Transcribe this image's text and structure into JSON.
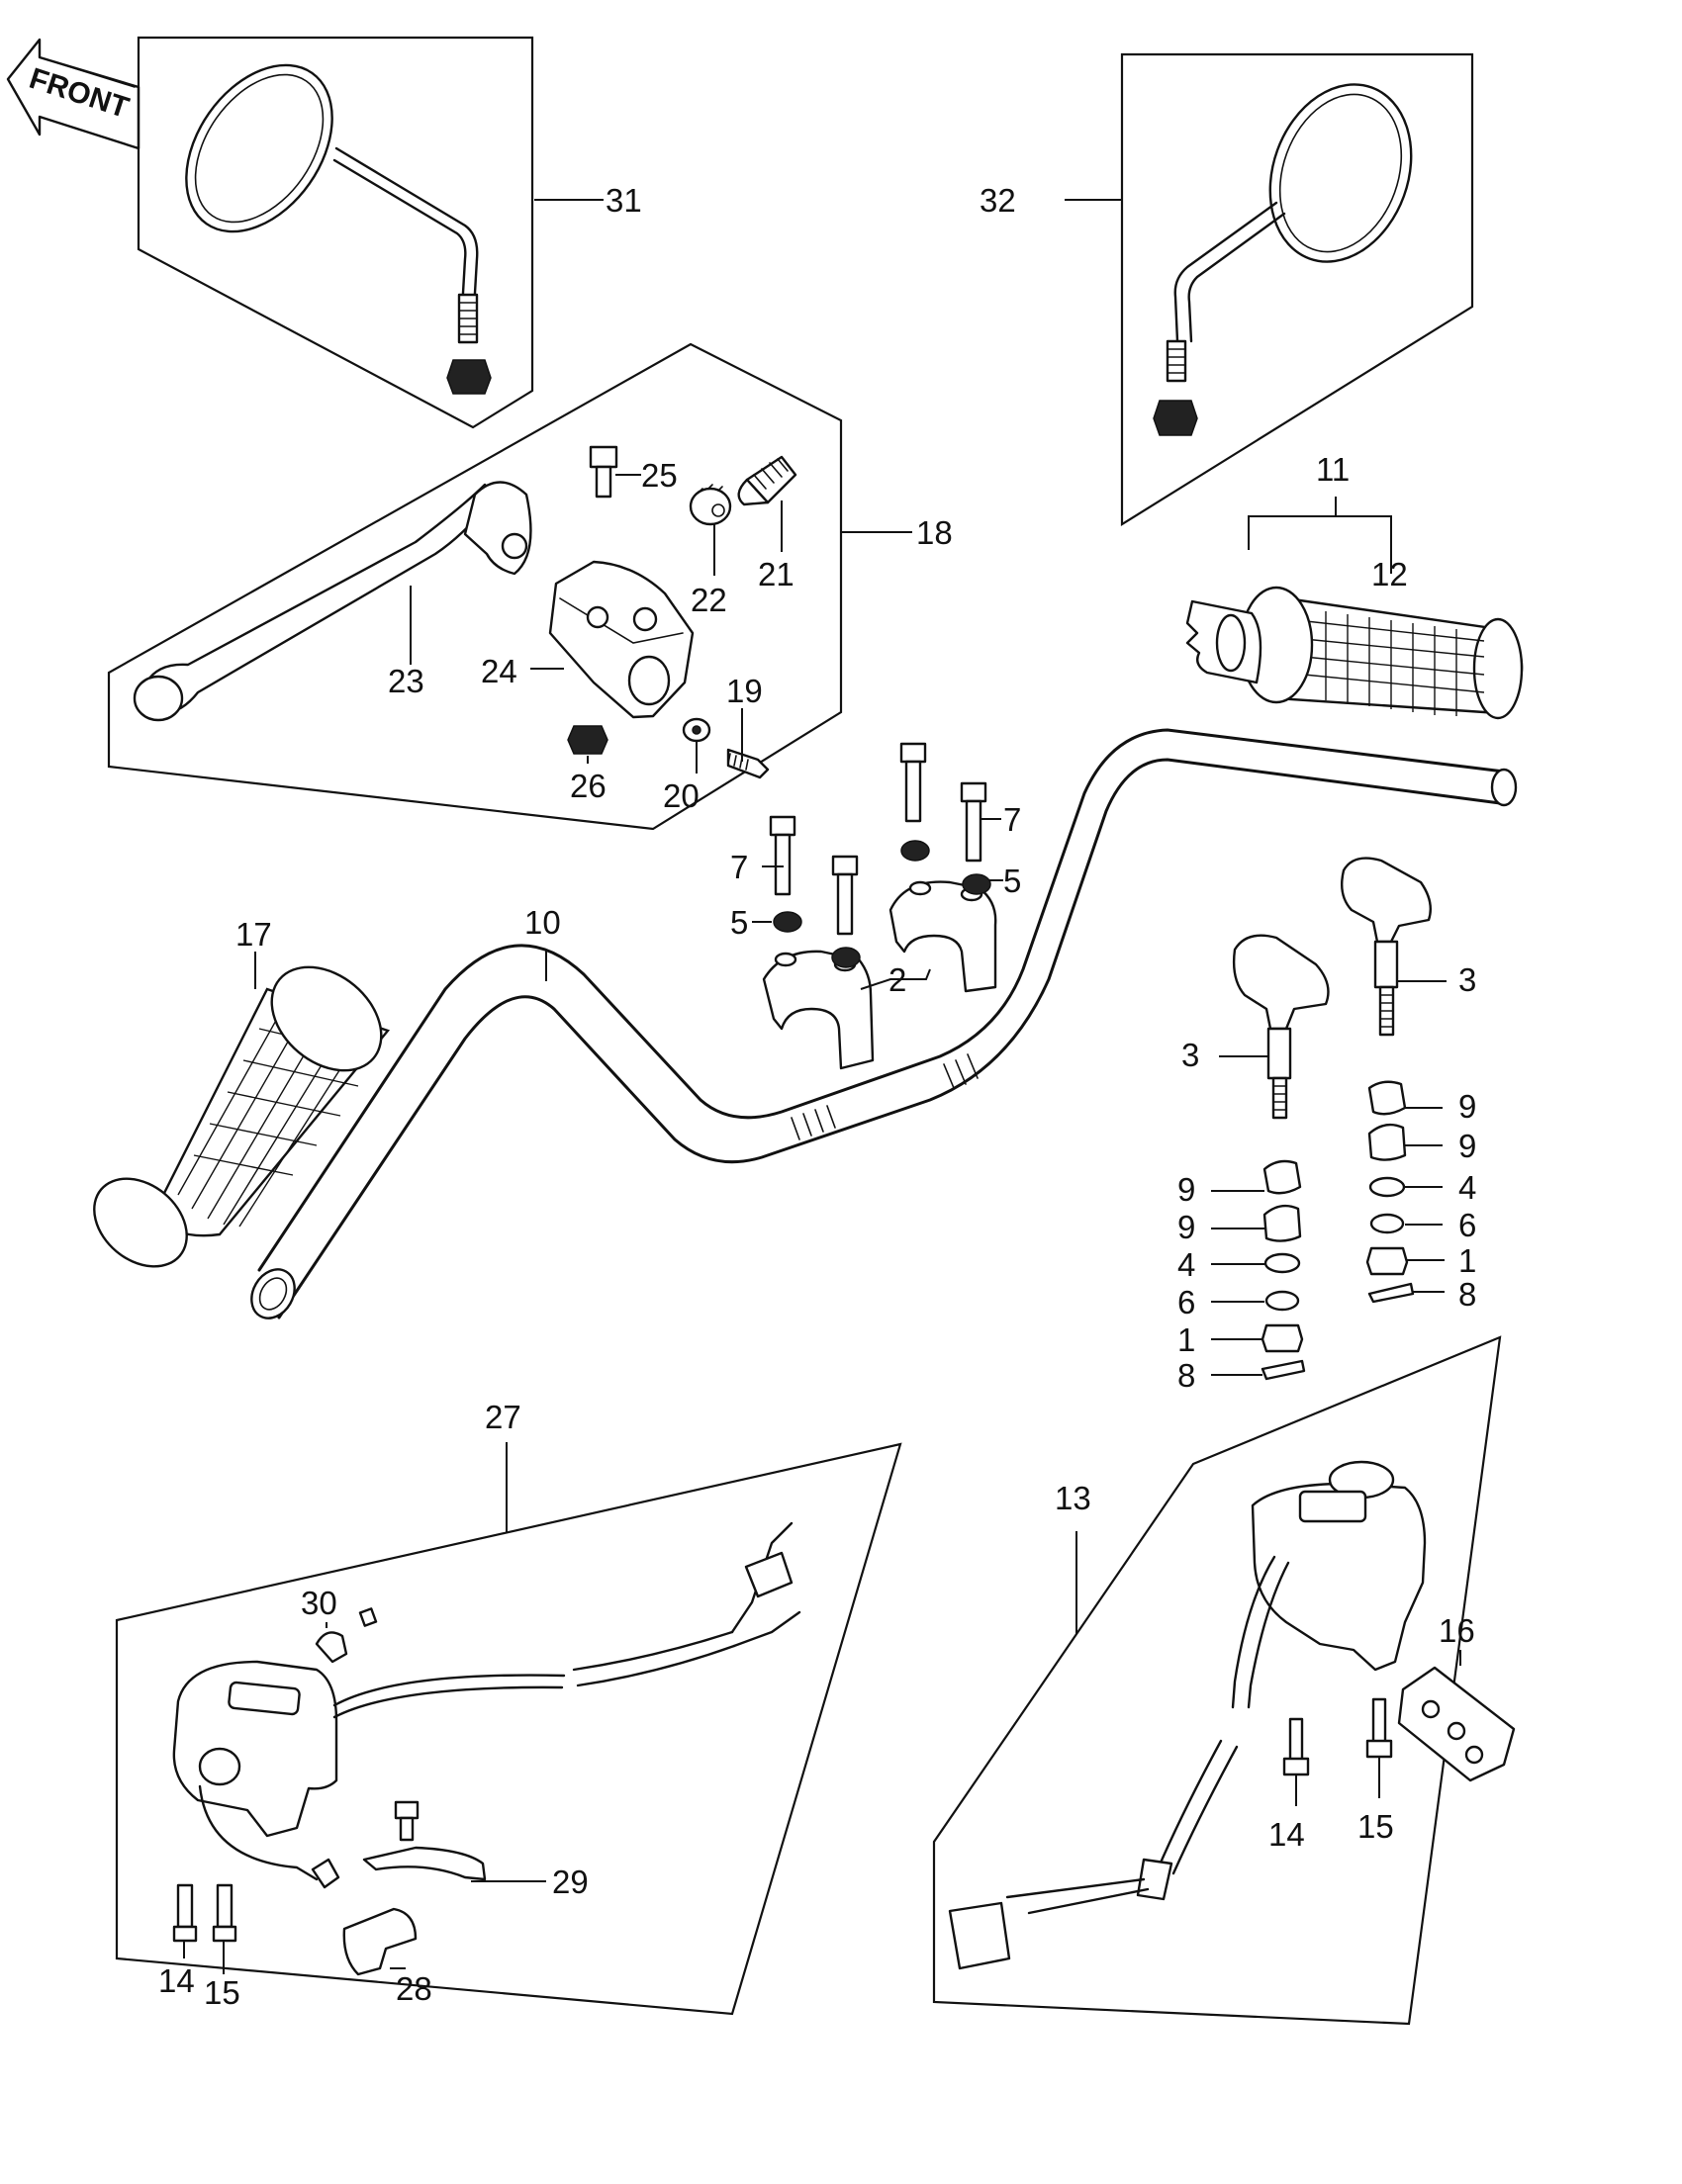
{
  "diagram": {
    "front_arrow_label": "FRONT",
    "callouts": [
      {
        "id": "c31",
        "text": "31"
      },
      {
        "id": "c32",
        "text": "32"
      },
      {
        "id": "c25",
        "text": "25"
      },
      {
        "id": "c18",
        "text": "18"
      },
      {
        "id": "c22",
        "text": "22"
      },
      {
        "id": "c21",
        "text": "21"
      },
      {
        "id": "c11",
        "text": "11"
      },
      {
        "id": "c12",
        "text": "12"
      },
      {
        "id": "c23",
        "text": "23"
      },
      {
        "id": "c24",
        "text": "24"
      },
      {
        "id": "c19",
        "text": "19"
      },
      {
        "id": "c26",
        "text": "26"
      },
      {
        "id": "c20",
        "text": "20"
      },
      {
        "id": "c7a",
        "text": "7"
      },
      {
        "id": "c7b",
        "text": "7"
      },
      {
        "id": "c5a",
        "text": "5"
      },
      {
        "id": "c5b",
        "text": "5"
      },
      {
        "id": "c17",
        "text": "17"
      },
      {
        "id": "c10",
        "text": "10"
      },
      {
        "id": "c2",
        "text": "2"
      },
      {
        "id": "c3a",
        "text": "3"
      },
      {
        "id": "c3b",
        "text": "3"
      },
      {
        "id": "c9a",
        "text": "9"
      },
      {
        "id": "c9b",
        "text": "9"
      },
      {
        "id": "c9c",
        "text": "9"
      },
      {
        "id": "c9d",
        "text": "9"
      },
      {
        "id": "c4a",
        "text": "4"
      },
      {
        "id": "c4b",
        "text": "4"
      },
      {
        "id": "c6a",
        "text": "6"
      },
      {
        "id": "c6b",
        "text": "6"
      },
      {
        "id": "c1a",
        "text": "1"
      },
      {
        "id": "c1b",
        "text": "1"
      },
      {
        "id": "c8a",
        "text": "8"
      },
      {
        "id": "c8b",
        "text": "8"
      },
      {
        "id": "c27",
        "text": "27"
      },
      {
        "id": "c13",
        "text": "13"
      },
      {
        "id": "c30",
        "text": "30"
      },
      {
        "id": "c16",
        "text": "16"
      },
      {
        "id": "c29",
        "text": "29"
      },
      {
        "id": "c14a",
        "text": "14"
      },
      {
        "id": "c15a",
        "text": "15"
      },
      {
        "id": "c28",
        "text": "28"
      },
      {
        "id": "c14b",
        "text": "14"
      },
      {
        "id": "c15b",
        "text": "15"
      }
    ]
  }
}
